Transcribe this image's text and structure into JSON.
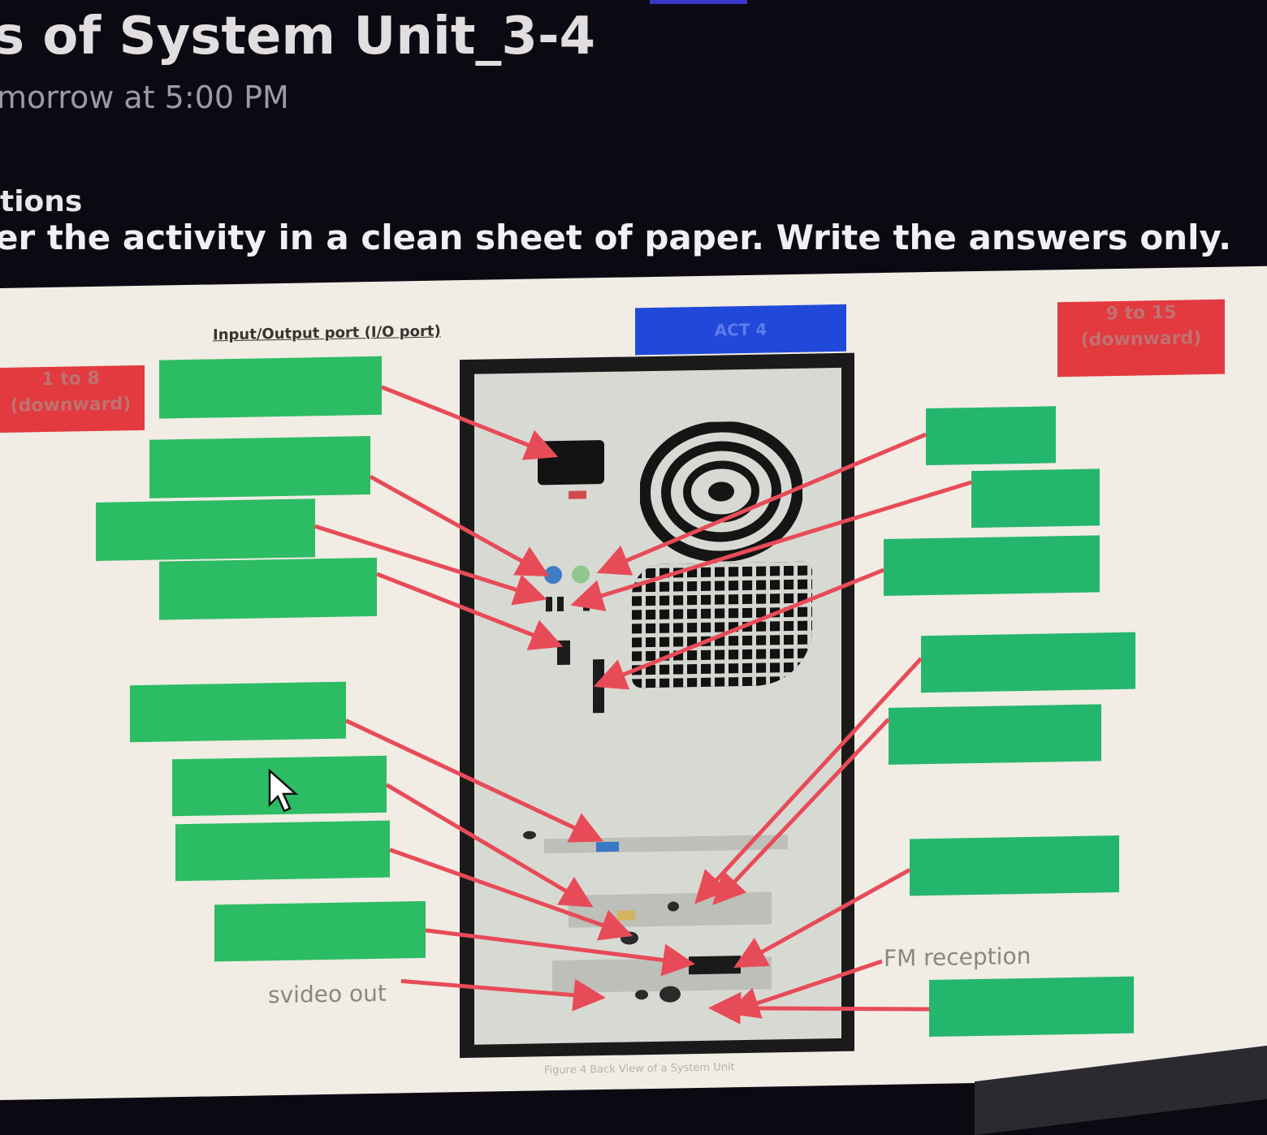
{
  "header": {
    "title": "s of System Unit_3-4",
    "due": "morrow at 5:00 PM",
    "section": "tions",
    "instruction": "er the activity in a clean sheet of paper. Write the answers only."
  },
  "worksheet": {
    "io_heading": "Input/Output port (I/O port)",
    "act_label": "ACT 4",
    "left_range": {
      "line1": "1 to 8",
      "line2": "(downward)"
    },
    "right_range": {
      "line1": "9 to 15",
      "line2": "(downward)"
    },
    "svideo_label": "svideo out",
    "fm_label": "FM reception",
    "caption": "Figure 4 Back View of a System Unit"
  },
  "colors": {
    "background": "#0b0a12",
    "answer_box": "#2cbc63",
    "range_box": "#e23a3e",
    "act_box": "#2149d9",
    "arrow": "#e84b58"
  },
  "icons": {
    "cursor": "mouse-pointer-icon"
  }
}
